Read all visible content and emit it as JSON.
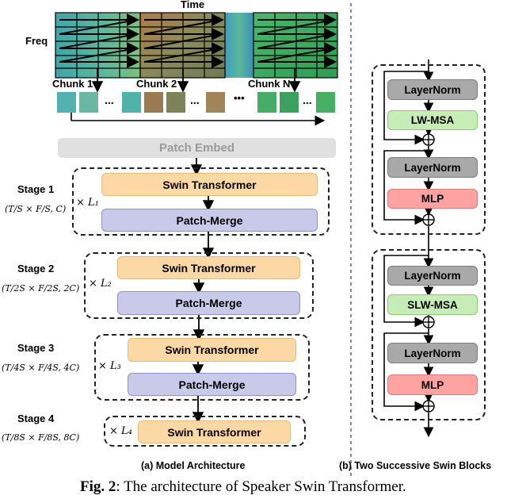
{
  "spectrogram": {
    "time_label": "Time",
    "freq_label": "Freq",
    "chunk_labels": [
      "Chunk 1",
      "Chunk 2",
      "Chunk N"
    ],
    "ellipsis": "...",
    "ellipsis_large": "•••"
  },
  "model": {
    "patch_embed": "Patch Embed",
    "swin_label": "Swin Transformer",
    "merge_label": "Patch-Merge",
    "stages": [
      {
        "title": "Stage 1",
        "formula": "(T/S × F/S, C)",
        "repeat": "× L₁"
      },
      {
        "title": "Stage 2",
        "formula": "(T/2S × F/2S, 2C)",
        "repeat": "× L₂"
      },
      {
        "title": "Stage 3",
        "formula": "(T/4S × F/4S, 4C)",
        "repeat": "× L₃"
      },
      {
        "title": "Stage 4",
        "formula": "(T/8S × F/8S, 8C)",
        "repeat": "× L₄"
      }
    ],
    "caption": "(a) Model Architecture"
  },
  "blocks": {
    "layernorm": "LayerNorm",
    "lw_msa": "LW-MSA",
    "slw_msa": "SLW-MSA",
    "mlp": "MLP",
    "caption": "(b) Two Successive Swin Blocks"
  },
  "figure_caption": {
    "prefix": "Fig. 2",
    "text": ": The architecture of Speaker Swin Transformer."
  },
  "colors": {
    "swin": "#fcd8a4",
    "merge": "#c9c9ea",
    "layernorm": "#a9a9a9",
    "msa": "#c6edb6",
    "mlp": "#ffa2a2",
    "embed": "#e0e0e0"
  }
}
